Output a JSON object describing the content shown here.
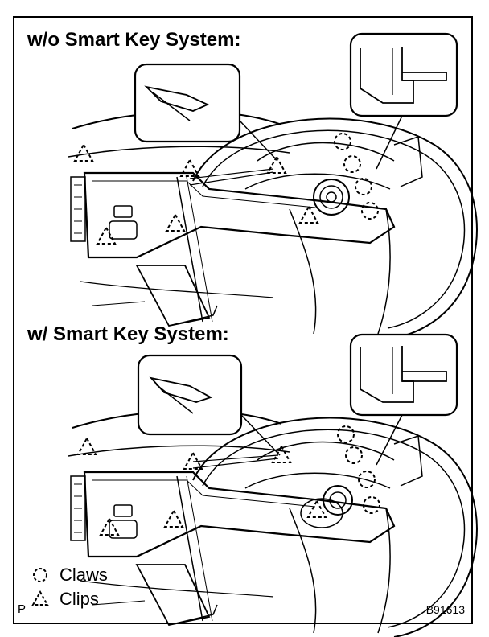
{
  "panels": [
    {
      "title": "w/o Smart Key System:"
    },
    {
      "title": "w/ Smart Key System:"
    }
  ],
  "legend": {
    "claws_label": "Claws",
    "clips_label": "Clips"
  },
  "corner": {
    "left_mark": "P",
    "figure_code": "B91613"
  },
  "icons": {
    "claw": "dashed-circle-icon",
    "clip": "dashed-triangle-icon"
  },
  "colors": {
    "line": "#000000",
    "background": "#ffffff"
  }
}
